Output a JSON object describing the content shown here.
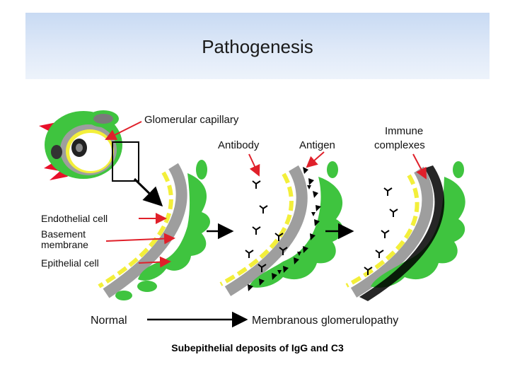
{
  "slide": {
    "title": "Pathogenesis",
    "caption": "Subepithelial deposits of IgG and C3"
  },
  "diagram": {
    "labels": {
      "glomerular_capillary": "Glomerular capillary",
      "antibody": "Antibody",
      "antigen": "Antigen",
      "immune_line1": "Immune",
      "immune_line2": "complexes",
      "endothelial": "Endothelial cell",
      "basement_line1": "Basement",
      "basement_line2": "membrane",
      "epithelial": "Epithelial cell",
      "normal": "Normal",
      "membranous": "Membranous glomerulopathy"
    },
    "colors": {
      "podocyte_green": "#3fc43f",
      "basement_gray": "#9e9e9e",
      "endothelial_yellow": "#f3ef3a",
      "arrow_red": "#e0202a",
      "mesangial_red": "#e8102a"
    }
  }
}
